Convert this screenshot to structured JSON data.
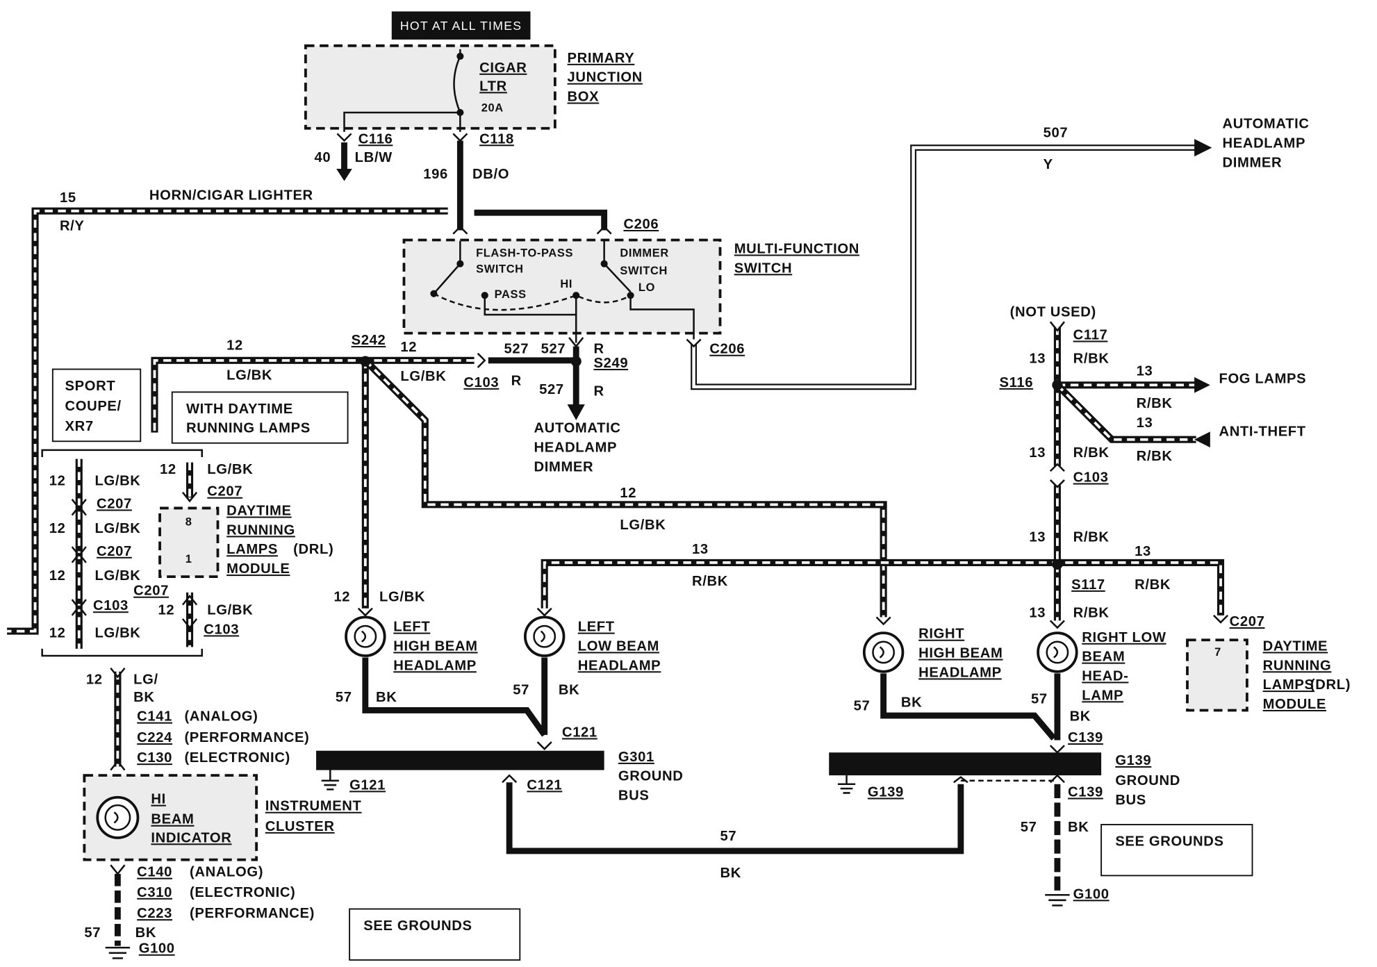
{
  "hot_label": "HOT AT ALL TIMES",
  "primary_jb": {
    "l1": "PRIMARY",
    "l2": "JUNCTION",
    "l3": "BOX",
    "fuse_l1": "CIGAR",
    "fuse_l2": "LTR",
    "rating": "20A"
  },
  "c116": {
    "code": "C116",
    "color": "LB/W",
    "gauge": "40"
  },
  "c118": {
    "code": "C118",
    "color": "DB/O",
    "gauge": "196"
  },
  "horn": {
    "gauge": "15",
    "label": "HORN/CIGAR LIGHTER",
    "color": "R/Y"
  },
  "w507": {
    "gauge": "507",
    "color": "Y"
  },
  "auto_dimmer_top": {
    "l1": "AUTOMATIC",
    "l2": "HEADLAMP",
    "l3": "DIMMER"
  },
  "auto_dimmer_mid": {
    "l1": "AUTOMATIC",
    "l2": "HEADLAMP",
    "l3": "DIMMER"
  },
  "c206_top": "C206",
  "c206_bot": "C206",
  "mfs": {
    "l1": "MULTI-FUNCTION",
    "l2": "SWITCH",
    "ftp1": "FLASH-TO-PASS",
    "ftp2": "SWITCH",
    "dim1": "DIMMER",
    "dim2": "SWITCH",
    "pass": "PASS",
    "hi": "HI",
    "lo": "LO"
  },
  "s242": {
    "code": "S242",
    "gauge_l": "12",
    "gauge_r": "12",
    "color_l": "LG/BK",
    "color_r": "LG/BK"
  },
  "c103_mid": {
    "code": "C103",
    "color": "R"
  },
  "s249": {
    "code": "S249",
    "g1": "527",
    "g2": "527",
    "g3": "527",
    "c1": "R",
    "c2": "R"
  },
  "sport": {
    "l1": "SPORT",
    "l2": "COUPE/",
    "l3": "XR7"
  },
  "drl_note": {
    "l1": "WITH DAYTIME",
    "l2": "RUNNING LAMPS"
  },
  "left_stack": [
    {
      "gauge": "12",
      "color": "LG/BK",
      "conn": "C207"
    },
    {
      "gauge": "12",
      "color": "LG/BK",
      "conn": "C207"
    },
    {
      "gauge": "12",
      "color": "LG/BK",
      "conn": "C103"
    },
    {
      "gauge": "12",
      "color": "LG/BK"
    }
  ],
  "mid_stack": [
    {
      "gauge": "12",
      "color": "LG/BK",
      "conn": "C207"
    },
    {
      "gauge": "12",
      "color": "LG/BK",
      "conn": "C103"
    }
  ],
  "c207_low": "C207",
  "drl_left": {
    "l1": "DAYTIME",
    "l2": "RUNNING",
    "l3": "LAMPS",
    "l3b": "(DRL)",
    "l4": "MODULE",
    "pin_a": "8",
    "pin_b": "1"
  },
  "lg_bk_12": {
    "gauge": "12",
    "color1": "LG/",
    "color2": "BK"
  },
  "cluster_conns_top": [
    {
      "code": "C141",
      "note": "(ANALOG)"
    },
    {
      "code": "C224",
      "note": "(PERFORMANCE)"
    },
    {
      "code": "C130",
      "note": "(ELECTRONIC)"
    }
  ],
  "hi_beam": {
    "l1": "HI",
    "l2": "BEAM",
    "l3": "INDICATOR"
  },
  "cluster": {
    "l1": "INSTRUMENT",
    "l2": "CLUSTER"
  },
  "cluster_conns_bot": [
    {
      "code": "C140",
      "note": "(ANALOG)"
    },
    {
      "code": "C310",
      "note": "(ELECTRONIC)"
    },
    {
      "code": "C223",
      "note": "(PERFORMANCE)"
    }
  ],
  "g100_left": {
    "gauge": "57",
    "color": "BK",
    "code": "G100"
  },
  "see_grounds": "SEE GROUNDS",
  "w12_mid": {
    "gauge": "12",
    "color": "LG/BK"
  },
  "w13_mid": {
    "gauge": "13",
    "color": "R/BK"
  },
  "lamp_lhb": {
    "l1": "LEFT",
    "l2": "HIGH BEAM",
    "l3": "HEADLAMP",
    "gauge": "12",
    "color": "LG/BK"
  },
  "lamp_llb": {
    "l1": "LEFT",
    "l2": "LOW BEAM",
    "l3": "HEADLAMP"
  },
  "lamp_rhb": {
    "l1": "RIGHT",
    "l2": "HIGH BEAM",
    "l3": "HEADLAMP"
  },
  "lamp_rlb": {
    "l1": "RIGHT LOW",
    "l2": "BEAM",
    "l3": "HEAD-",
    "l4": "LAMP",
    "gauge": "13",
    "color": "R/BK"
  },
  "gnd57": {
    "gauge": "57",
    "color": "BK"
  },
  "c121_top": "C121",
  "c121_bot": "C121",
  "g301": {
    "code": "G301",
    "l1": "GROUND",
    "l2": "BUS"
  },
  "g121": "G121",
  "g139": {
    "code": "G139",
    "l1": "GROUND",
    "l2": "BUS",
    "gnd": "G139"
  },
  "c139_top": "C139",
  "c139_bot": "C139",
  "g100_right": {
    "gauge": "57",
    "color": "BK",
    "code": "G100"
  },
  "w57_bottom": {
    "gauge": "57",
    "color": "BK"
  },
  "right_col": {
    "not_used": "(NOT USED)",
    "c117": "C117",
    "g13": "13",
    "rbk": "R/BK",
    "s116": "S116",
    "fog": "FOG LAMPS",
    "anti": "ANTI-THEFT",
    "c103": "C103",
    "s117": "S117",
    "c207": "C207"
  },
  "drl_right": {
    "l1": "DAYTIME",
    "l2": "RUNNING",
    "l3": "LAMPS",
    "l3b": "(DRL)",
    "l4": "MODULE",
    "pin": "7"
  }
}
